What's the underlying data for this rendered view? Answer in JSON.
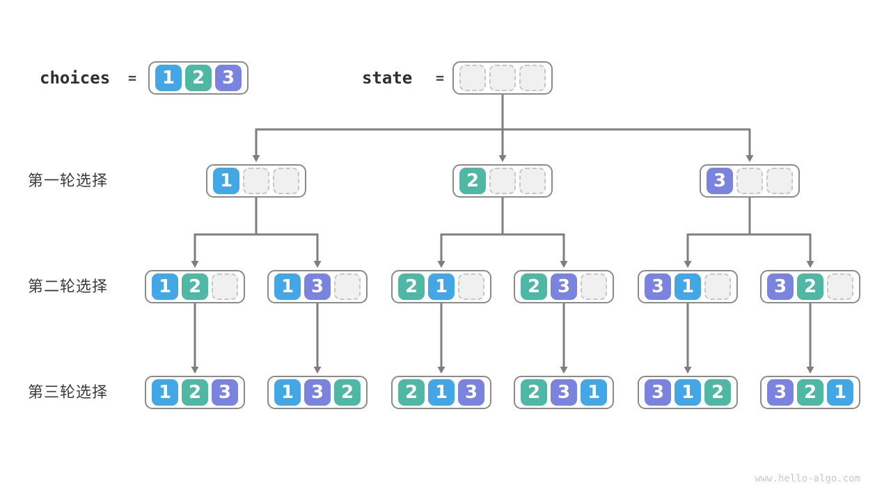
{
  "header": {
    "choices_label": "choices",
    "equals_sign": "=",
    "state_label": "state",
    "choices_values": [
      1,
      2,
      3
    ],
    "state_cells": [
      null,
      null,
      null
    ]
  },
  "colors": {
    "1": "#43A6E5",
    "2": "#4EB8A5",
    "3": "#7A84DE",
    "empty_fill": "#F0F0F0",
    "empty_border": "#C6C6C6",
    "node_border": "#8A8A8A",
    "arrow": "#7E7E7E"
  },
  "rows": [
    {
      "label": "第一轮选择",
      "nodes": [
        [
          1,
          null,
          null
        ],
        [
          2,
          null,
          null
        ],
        [
          3,
          null,
          null
        ]
      ]
    },
    {
      "label": "第二轮选择",
      "nodes": [
        [
          1,
          2,
          null
        ],
        [
          1,
          3,
          null
        ],
        [
          2,
          1,
          null
        ],
        [
          2,
          3,
          null
        ],
        [
          3,
          1,
          null
        ],
        [
          3,
          2,
          null
        ]
      ]
    },
    {
      "label": "第三轮选择",
      "nodes": [
        [
          1,
          2,
          3
        ],
        [
          1,
          3,
          2
        ],
        [
          2,
          1,
          3
        ],
        [
          2,
          3,
          1
        ],
        [
          3,
          1,
          2
        ],
        [
          3,
          2,
          1
        ]
      ]
    }
  ],
  "watermark": "www.hello-algo.com"
}
